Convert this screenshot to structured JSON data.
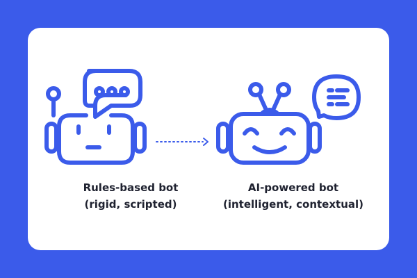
{
  "colors": {
    "background": "#3b5bea",
    "card": "#ffffff",
    "accent": "#3b5bea",
    "text": "#1f2230"
  },
  "left_bot": {
    "title": "Rules-based bot",
    "subtitle": "(rigid, scripted)",
    "icon": "rules-bot-icon",
    "bubble_icon": "ellipsis-speech-bubble-icon"
  },
  "right_bot": {
    "title": "AI-powered bot",
    "subtitle": "(intelligent, contextual)",
    "icon": "ai-bot-icon",
    "bubble_icon": "text-lines-speech-bubble-icon"
  },
  "connector": {
    "icon": "dotted-arrow-icon"
  }
}
